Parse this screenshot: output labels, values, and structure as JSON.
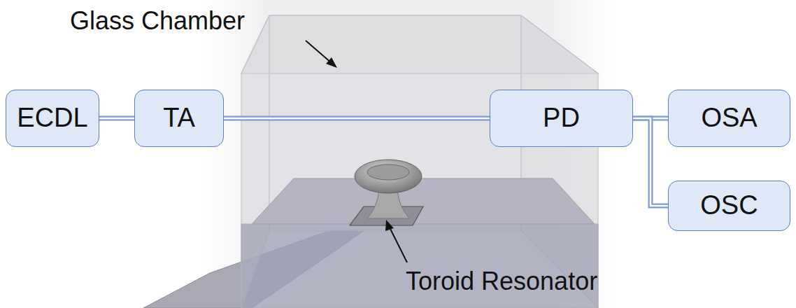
{
  "diagram": {
    "nodes": [
      {
        "text": [
          "ECDL"
        ]
      },
      {
        "text": [
          "TA"
        ]
      },
      {
        "text": [
          "PD"
        ]
      },
      {
        "text": [
          "OSA"
        ]
      },
      {
        "text": [
          "OSC"
        ]
      }
    ],
    "edges": [
      {
        "from": 0,
        "to": 1,
        "arrow": "none"
      },
      {
        "from": 1,
        "to": 2,
        "arrow": "none"
      },
      {
        "from": 2,
        "to": 3,
        "arrow": "none"
      },
      {
        "from": 2,
        "to": 4,
        "arrow": "none"
      }
    ],
    "labels": [
      "Glass Chamber",
      "Toroid Resonator"
    ]
  }
}
